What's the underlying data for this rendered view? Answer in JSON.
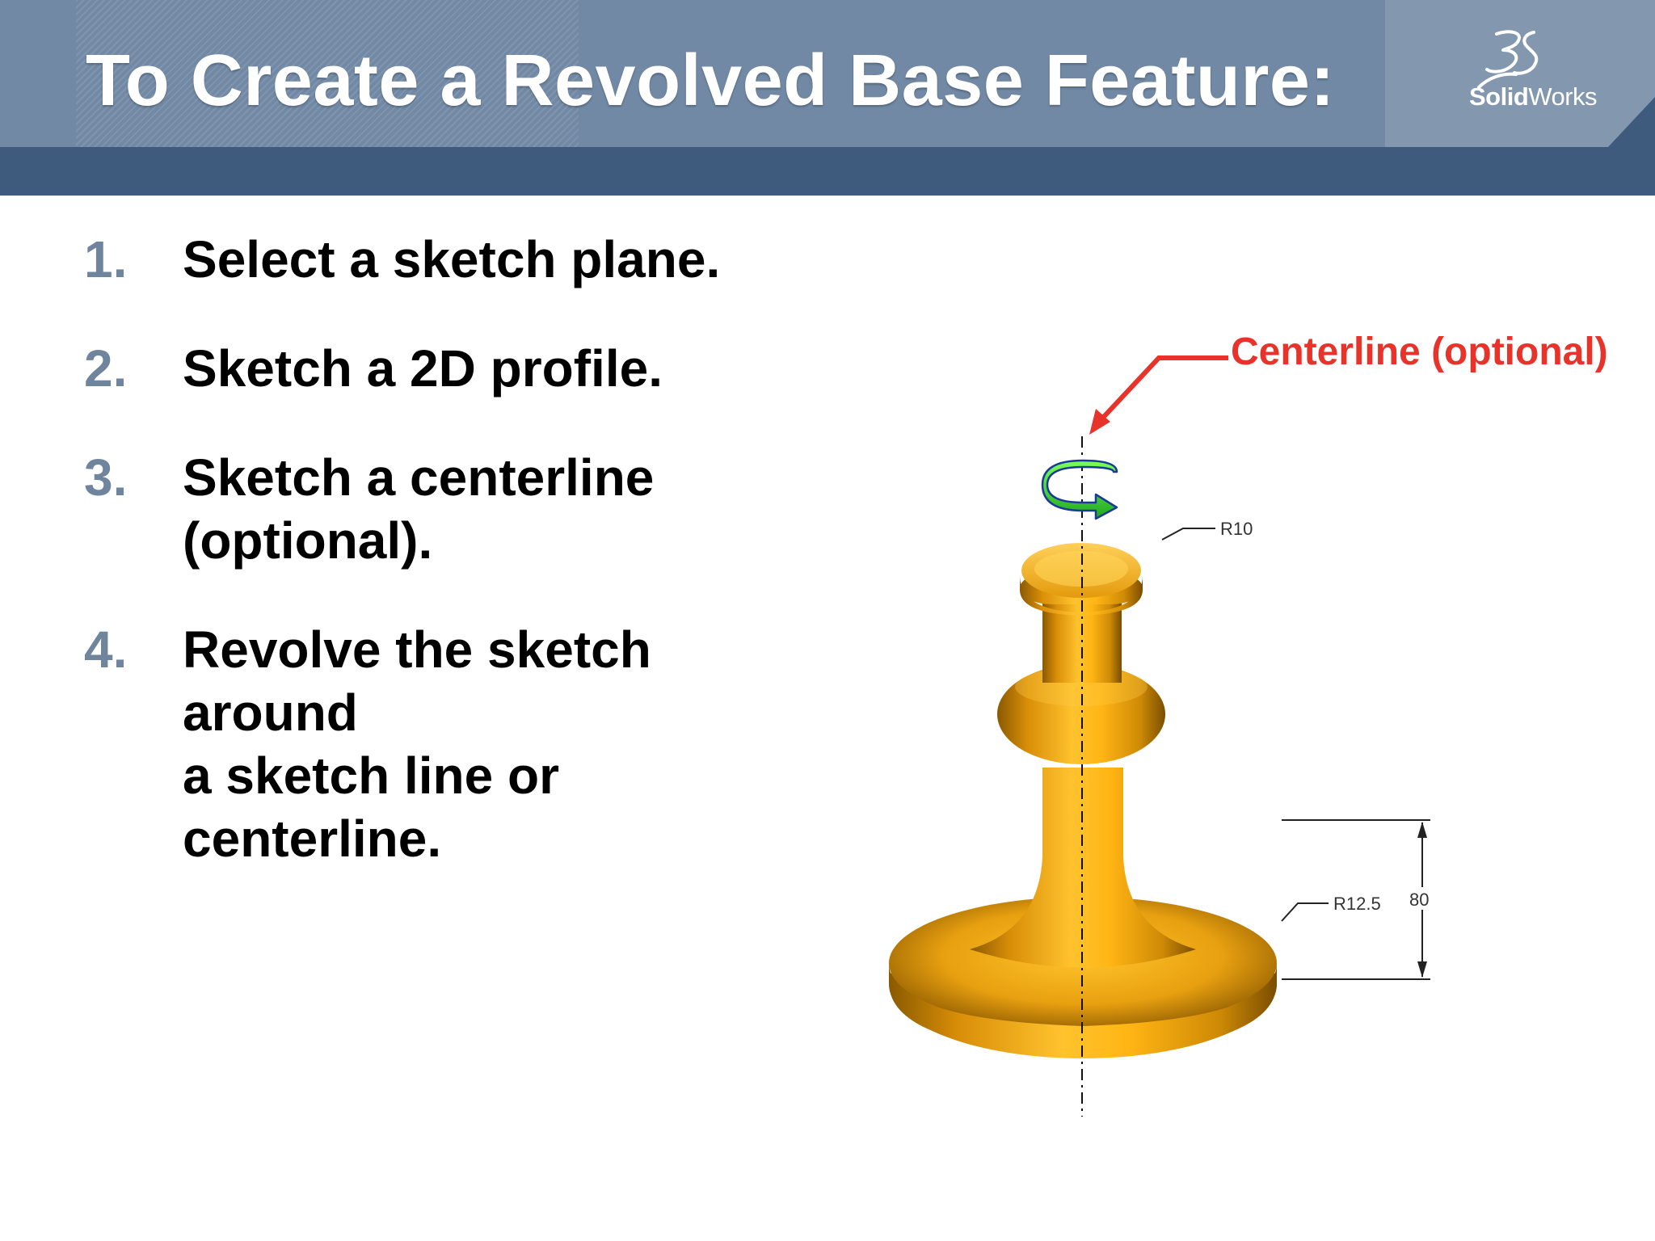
{
  "header": {
    "title": "To Create a Revolved Base Feature:",
    "logo_bold": "Solid",
    "logo_regular": "Works",
    "logo_icon": "3ds-logo-icon"
  },
  "steps": [
    {
      "number": "1.",
      "text": "Select a sketch plane."
    },
    {
      "number": "2.",
      "text": "Sketch a 2D profile."
    },
    {
      "number": "3.",
      "text": "Sketch a centerline\n(optional)."
    },
    {
      "number": "4.",
      "text": "Revolve the sketch\naround\na sketch line or\ncenterline."
    }
  ],
  "figure": {
    "callout": "Centerline (optional)",
    "dimensions": {
      "top_radius": "R10",
      "base_radius": "R12.5",
      "height": "80"
    },
    "rotation_icon": "revolve-arrow-icon"
  },
  "colors": {
    "header": "#7189a5",
    "header_stripe": "#3e5a7d",
    "step_number": "#6f849d",
    "callout": "#e8332a",
    "part": "#f0a417",
    "rotate_arrow": "#2ec432"
  }
}
